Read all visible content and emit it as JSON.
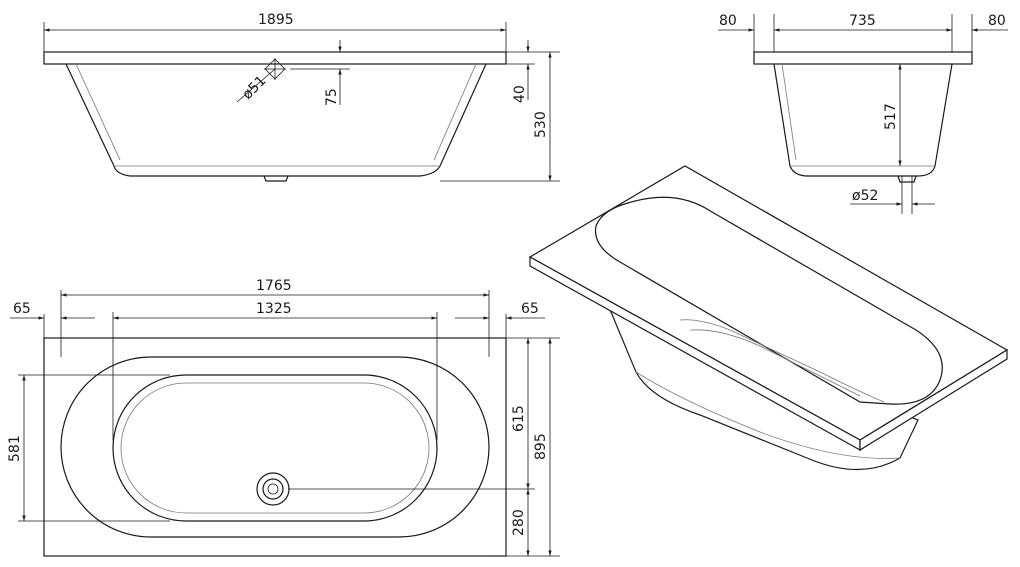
{
  "dimensions": {
    "side_total_length": "1895",
    "side_overflow_dia": "ø51",
    "side_overflow_height": "75",
    "side_rim_thickness": "40",
    "side_total_height": "530",
    "end_left_rim": "80",
    "end_top_width": "735",
    "end_right_rim": "80",
    "end_depth": "517",
    "end_drain_dia": "ø52",
    "plan_outer_length": "1765",
    "plan_inner_length": "1325",
    "plan_left_rim": "65",
    "plan_right_rim": "65",
    "plan_inner_width": "581",
    "plan_outer_width": "615",
    "plan_total_width": "895",
    "plan_drain_offset": "280"
  }
}
